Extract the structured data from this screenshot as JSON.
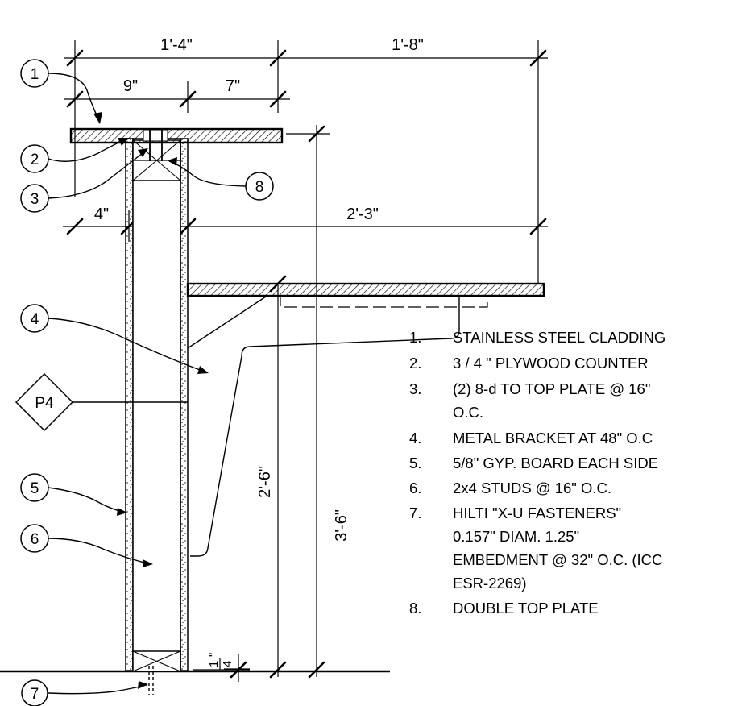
{
  "dimensions": {
    "d_1_4": "1'-4\"",
    "d_1_8": "1'-8\"",
    "d_9": "9\"",
    "d_7": "7\"",
    "d_4": "4\"",
    "d_2_3": "2'-3\"",
    "d_2_6": "2'-6\"",
    "d_3_6": "3'-6\"",
    "d_quarter_num": "1",
    "d_quarter_den": "4",
    "d_quarter_unit": "\""
  },
  "callouts": [
    "1",
    "2",
    "3",
    "4",
    "5",
    "6",
    "7",
    "8"
  ],
  "section_tag": "P4",
  "notes": [
    {
      "num": "1.",
      "lines": [
        "STAINLESS STEEL CLADDING"
      ]
    },
    {
      "num": "2.",
      "lines": [
        "3 / 4 \" PLYWOOD COUNTER"
      ]
    },
    {
      "num": "3.",
      "lines": [
        "(2) 8-d TO TOP PLATE @ 16\"",
        "O.C."
      ]
    },
    {
      "num": "4.",
      "lines": [
        "METAL BRACKET AT 48\" O.C"
      ]
    },
    {
      "num": "5.",
      "lines": [
        "5/8\" GYP. BOARD EACH SIDE"
      ]
    },
    {
      "num": "6.",
      "lines": [
        "2x4 STUDS @ 16\" O.C."
      ]
    },
    {
      "num": "7.",
      "lines": [
        "HILTI \"X-U FASTENERS\"",
        "0.157\" DIAM. 1.25\"",
        "EMBEDMENT @ 32\" O.C. (ICC",
        "ESR-2269)"
      ]
    },
    {
      "num": "8.",
      "lines": [
        "DOUBLE TOP PLATE"
      ]
    }
  ]
}
